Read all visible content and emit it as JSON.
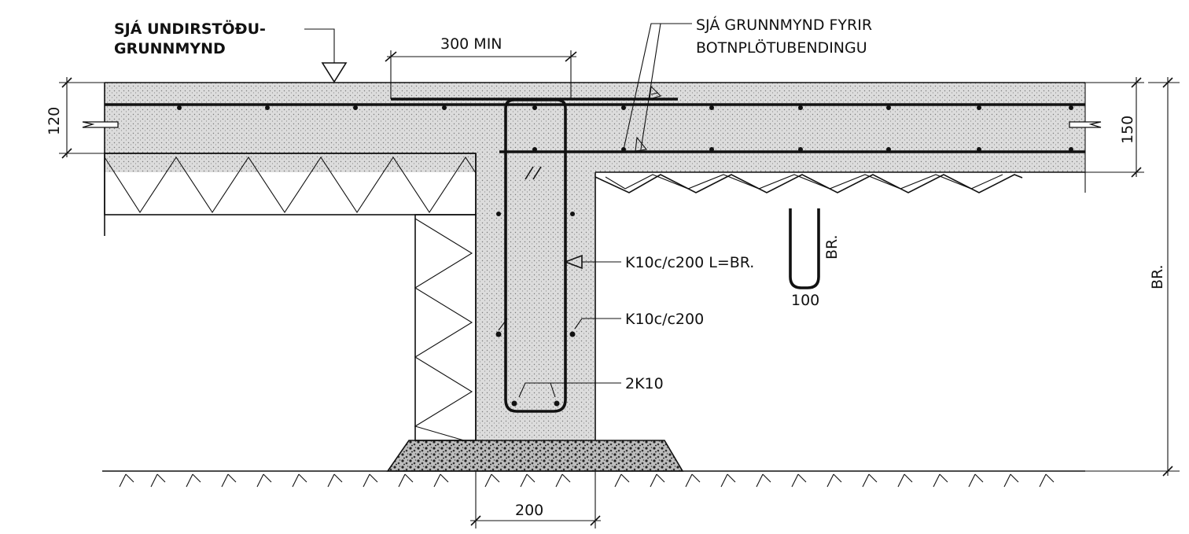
{
  "labels": {
    "undirstodu_line1": "SJÁ UNDIRSTÖÐU-",
    "undirstodu_line2": "GRUNNMYND",
    "grunnmynd_line1": "SJÁ GRUNNMYND FYRIR",
    "grunnmynd_line2": "BOTNPLÖTUBENDINGU",
    "stirrup": "K10c/c200 L=BR.",
    "side_bars": "K10c/c200",
    "bottom_bars": "2K10",
    "detail_height": "BR.",
    "detail_width": "100"
  },
  "dimensions": {
    "lap_length": "300 MIN",
    "slab_left": "120",
    "slab_right": "150",
    "wall_width": "200",
    "total_height": "BR."
  },
  "colors": {
    "line": "#111111",
    "concrete_fill": "#dcdcdc",
    "gravel_fill": "#9a9a9a"
  }
}
